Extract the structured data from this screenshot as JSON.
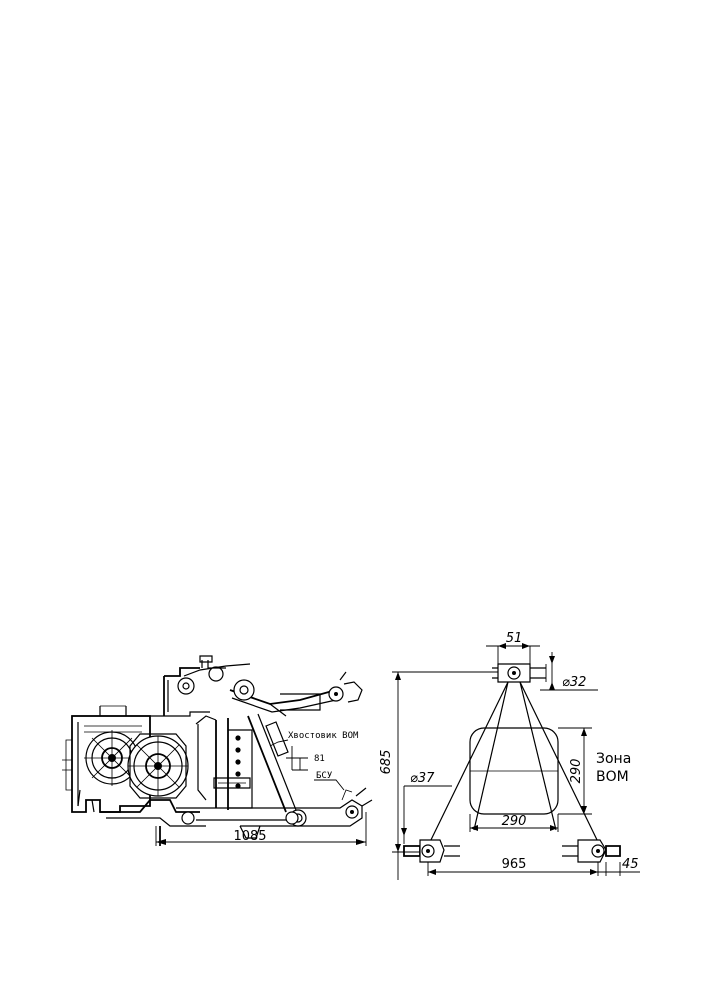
{
  "side_view": {
    "labels": {
      "pto_shank": "Хвостовик ВОМ",
      "dim_81": "81",
      "bsu": "БСУ",
      "dim_1085": "1085"
    }
  },
  "rear_view": {
    "labels": {
      "dim_51": "51",
      "dim_32": "⌀32",
      "dim_685": "685",
      "dim_37": "⌀37",
      "dim_290_vertical": "290",
      "dim_290_horizontal": "290",
      "zone_line1": "Зона",
      "zone_line2": "ВОМ",
      "dim_965": "965",
      "dim_45": "45"
    }
  }
}
